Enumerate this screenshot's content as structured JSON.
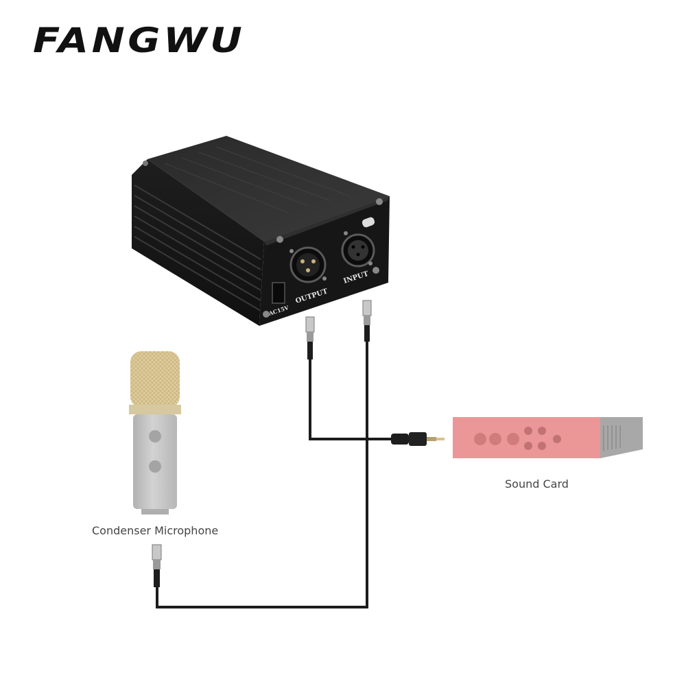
{
  "brand": {
    "logo_text": "FANGWU"
  },
  "device": {
    "port_output": "OUTPUT",
    "port_input": "INPUT",
    "power_label": "AC15V"
  },
  "labels": {
    "microphone": "Condenser Microphone",
    "sound_card": "Sound Card"
  },
  "colors": {
    "device_body": "#1a1a1a",
    "cable": "#1c1c1c",
    "sound_card": "#e88585",
    "mic_body": "#b8b8b8",
    "mic_grille": "#d8c28a",
    "caption_text": "#444444"
  }
}
